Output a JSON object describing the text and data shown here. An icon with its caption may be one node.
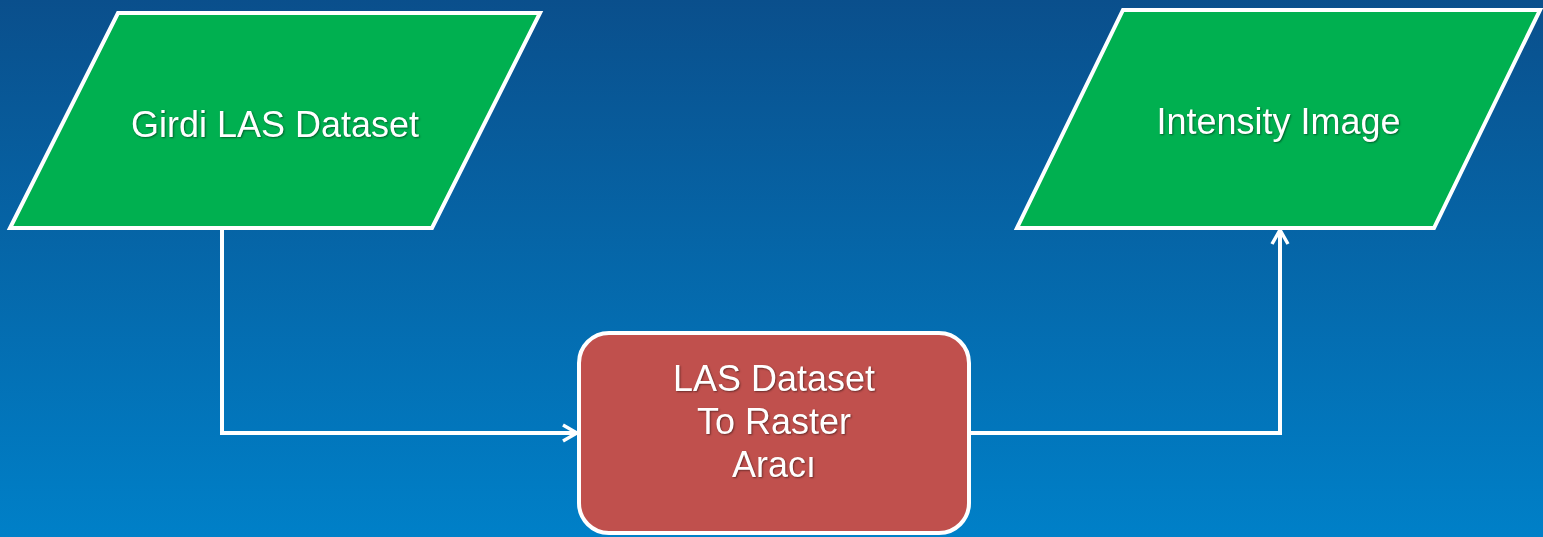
{
  "diagram": {
    "nodes": [
      {
        "text": [
          "Girdi LAS Dataset"
        ]
      },
      {
        "text": [
          "Intensity Image"
        ]
      },
      {
        "text": [
          "LAS Dataset To Raster Aracı"
        ]
      }
    ],
    "edges": [
      {
        "from": 0,
        "to": 2,
        "arrow": "to"
      },
      {
        "from": 2,
        "to": 1,
        "arrow": "to"
      }
    ]
  }
}
